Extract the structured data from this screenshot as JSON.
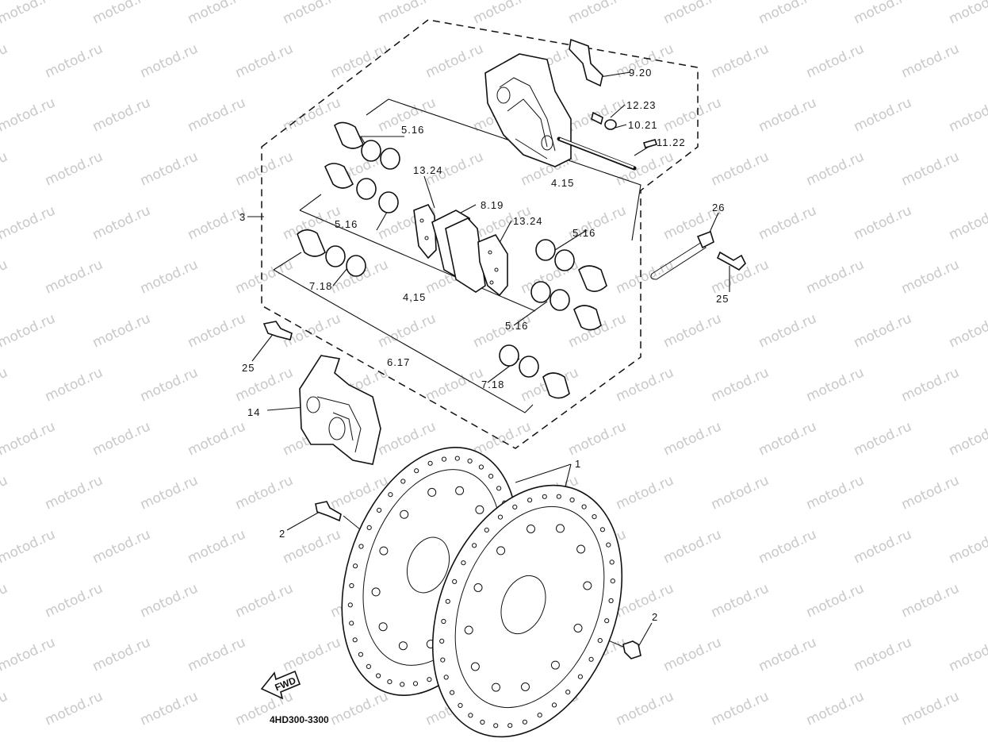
{
  "watermark": "motod.ru",
  "diagram_code": "4HD300-3300",
  "fwd_label": "FWD",
  "callouts": {
    "c1": "1",
    "c2a": "2",
    "c2b": "2",
    "c3": "3",
    "c4_15a": "4.15",
    "c4_15b": "4,15",
    "c5_16a": "5.16",
    "c5_16b": "5.16",
    "c5_16c": "5.16",
    "c5_16d": "5.16",
    "c6_17": "6.17",
    "c7_18a": "7.18",
    "c7_18b": "7.18",
    "c8_19": "8.19",
    "c9_20": "9.20",
    "c10_21": "10.21",
    "c11_22": "11.22",
    "c12_23": "12.23",
    "c13_24a": "13.24",
    "c13_24b": "13.24",
    "c14": "14",
    "c25a": "25",
    "c25b": "25",
    "c26": "26"
  }
}
